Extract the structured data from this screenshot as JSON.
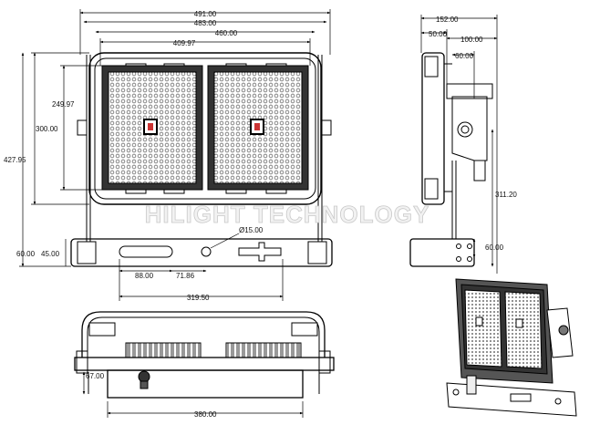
{
  "watermark": "HILIGHT TECHNOLOGY",
  "front_view": {
    "width_overall": "491.00",
    "width_housing": "483.00",
    "width_bracket": "460.00",
    "width_panels": "409.97",
    "height_overall": "427.95",
    "height_body": "300.00",
    "height_panel": "249.97",
    "hole_diameter": "Ø15.00",
    "slot_length": "88.00",
    "slot_offset": "71.86",
    "bracket_span": "319.50",
    "bracket_height": "60.00",
    "bracket_offset": "45.00"
  },
  "side_view": {
    "depth_overall": "152.00",
    "depth_body": "50.00",
    "depth_bracket": "100.00",
    "bracket_width": "60.00",
    "pivot_height": "311.20",
    "base_height": "60.00"
  },
  "bottom_view": {
    "width_base": "380.00",
    "height_small": "67.00"
  }
}
